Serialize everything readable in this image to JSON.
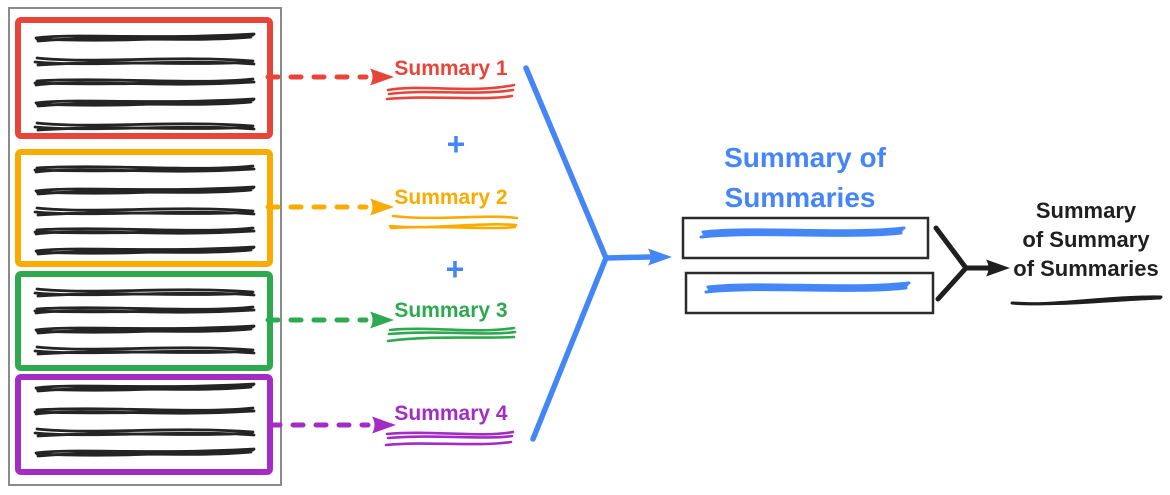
{
  "diagram": {
    "summaries": [
      {
        "label": "Summary 1",
        "color": "#E8453A"
      },
      {
        "label": "Summary 2",
        "color": "#F9AB00"
      },
      {
        "label": "Summary 3",
        "color": "#2EA94F"
      },
      {
        "label": "Summary 4",
        "color": "#A32CC4"
      }
    ],
    "plus": "+",
    "aggregate_title": {
      "line1": "Summary of",
      "line2": "Summaries"
    },
    "final_summary": {
      "line1": "Summary",
      "line2": "of Summary",
      "line3": "of Summaries"
    },
    "colors": {
      "flow_blue": "#4586F7",
      "ink_black": "#1F1F1F",
      "scribble_black": "#242424",
      "frame_gray": "#8A8A8A",
      "box_border_black": "#2B2B2B"
    }
  }
}
